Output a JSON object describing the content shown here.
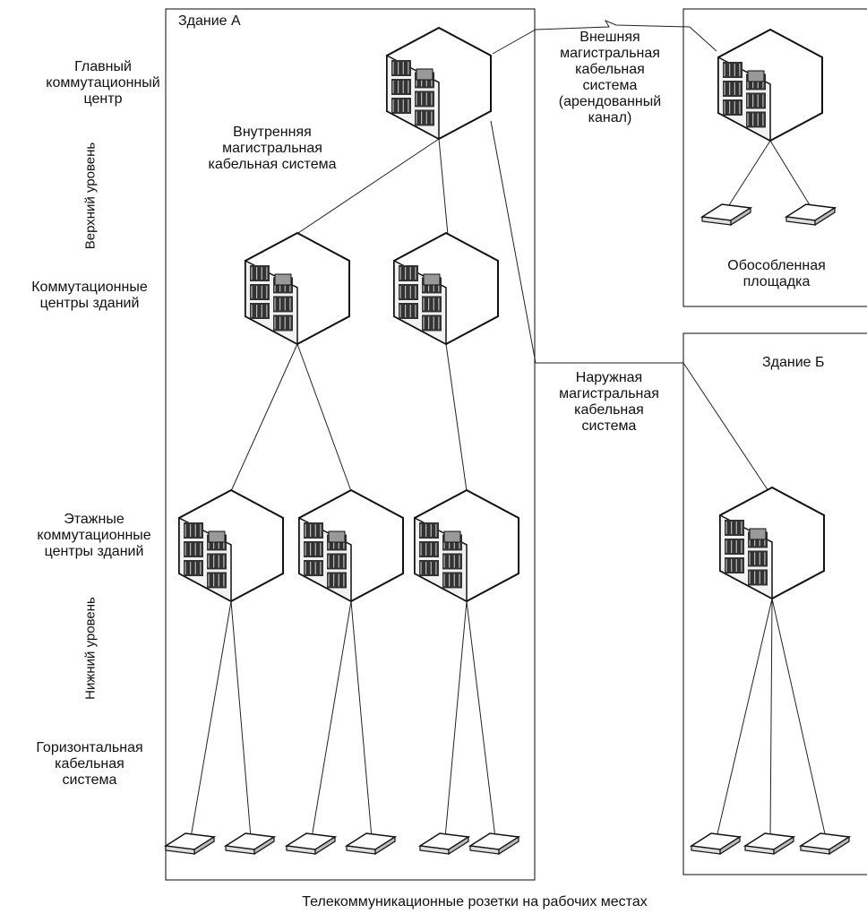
{
  "buildings": {
    "a_label": "Здание А",
    "b_label": "Здание Б"
  },
  "levels": {
    "upper": "Верхний уровень",
    "lower": "Нижний уровень"
  },
  "labels": {
    "main_center": "Главный\nкоммутационный\nцентр",
    "building_centers": "Коммутационные\nцентры зданий",
    "floor_centers": "Этажные\nкоммутационные\nцентры зданий",
    "horizontal": "Горизонтальная\nкабельная\nсистема",
    "internal_backbone": "Внутренняя\nмагистральная\nкабельная система",
    "external_backbone": "Внешняя\nмагистральная\nкабельная\nсистема\n(арендованный\nканал)",
    "remote_site": "Обособленная\nплощадка",
    "outdoor_backbone": "Наружная\nмагистральная\nкабельная\nсистема",
    "outlets": "Телекоммуникационные розетки на рабочих местах"
  },
  "icons": {
    "node": "network-switch-cube-icon",
    "outlet": "telecom-outlet-icon"
  }
}
